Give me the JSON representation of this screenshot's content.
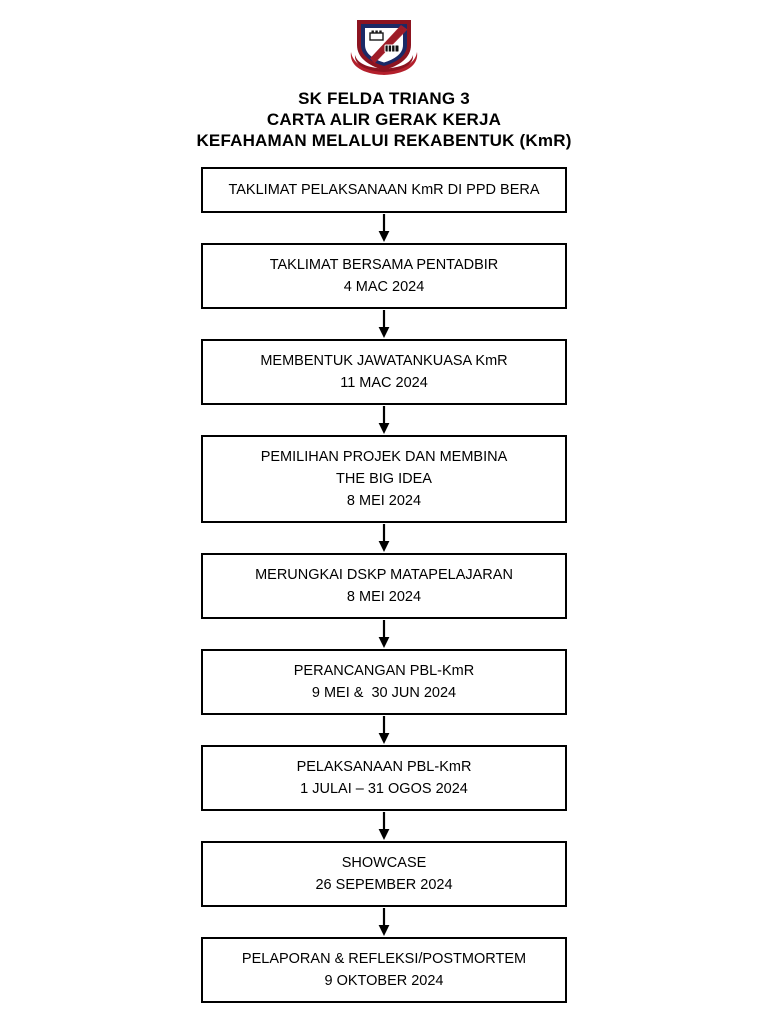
{
  "document": {
    "background_color": "#ffffff",
    "text_color": "#000000"
  },
  "logo": {
    "name": "school-crest",
    "description": "SK Felda Triang 3 school crest shield",
    "colors": {
      "outer_border": "#8c1420",
      "ribbon": "#b4202c",
      "inner_frame": "#1b2a66",
      "band_dark": "#111111",
      "field": "#ffffff"
    }
  },
  "title": {
    "line1": "SK FELDA TRIANG 3",
    "line2": "CARTA ALIR GERAK KERJA",
    "line3": "KEFAHAMAN MELALUI REKABENTUK (KmR)"
  },
  "flowchart": {
    "type": "vertical-process-flow",
    "connector": "down-arrow",
    "steps": [
      {
        "id": "step-1",
        "lines": [
          "TAKLIMAT PELAKSANAAN KmR DI PPD BERA"
        ]
      },
      {
        "id": "step-2",
        "lines": [
          "TAKLIMAT BERSAMA PENTADBIR",
          "4 MAC 2024"
        ]
      },
      {
        "id": "step-3",
        "lines": [
          "MEMBENTUK JAWATANKUASA KmR",
          "11 MAC 2024"
        ]
      },
      {
        "id": "step-4",
        "lines": [
          "PEMILIHAN PROJEK DAN MEMBINA",
          "THE BIG IDEA",
          "8 MEI 2024"
        ]
      },
      {
        "id": "step-5",
        "lines": [
          "MERUNGKAI DSKP MATAPELAJARAN",
          "8 MEI 2024"
        ]
      },
      {
        "id": "step-6",
        "lines": [
          "PERANCANGAN PBL-KmR",
          "9 MEI &  30 JUN 2024"
        ]
      },
      {
        "id": "step-7",
        "lines": [
          "PELAKSANAAN PBL-KmR",
          "1 JULAI – 31 OGOS 2024"
        ]
      },
      {
        "id": "step-8",
        "lines": [
          "SHOWCASE",
          "26 SEPEMBER 2024"
        ]
      },
      {
        "id": "step-9",
        "lines": [
          "PELAPORAN & REFLEKSI/POSTMORTEM",
          "9 OKTOBER 2024"
        ]
      }
    ]
  }
}
